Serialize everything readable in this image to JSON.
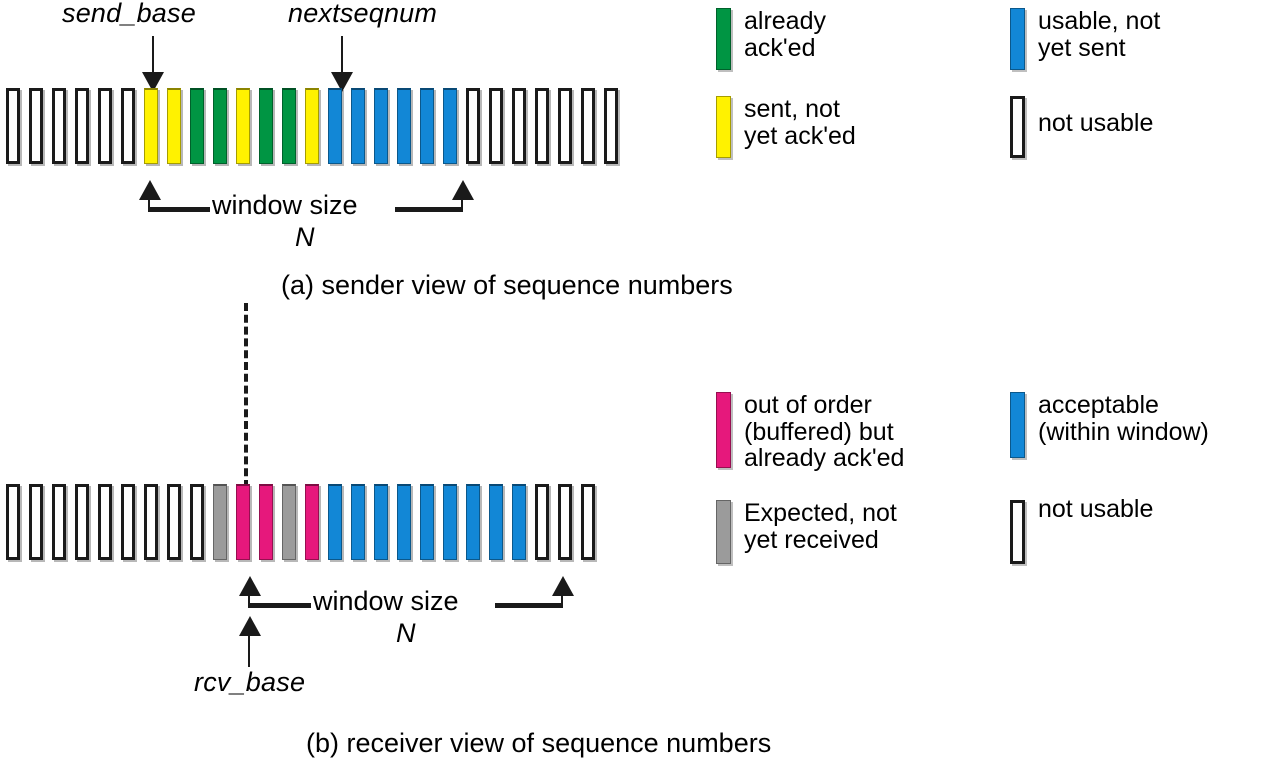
{
  "figure": {
    "title": "sliding window sequence number space",
    "colors": {
      "acked_green": "#009543",
      "sent_yellow": "#FFF200",
      "usable_blue": "#1287D6",
      "outoforder_pink": "#E6187C",
      "expected_gray": "#9B9B9B",
      "not_usable_outline": "#1A1A1A",
      "not_usable_fill": "#FFFFFF",
      "ink": "#000000"
    }
  },
  "sender": {
    "pointers": {
      "send_base": "send_base",
      "nextseqnum": "nextseqnum"
    },
    "window_label": "window size",
    "window_size_symbol": "N",
    "caption": "(a) sender view of sequence numbers",
    "cells": [
      "not_usable",
      "not_usable",
      "not_usable",
      "not_usable",
      "not_usable",
      "not_usable",
      "sent",
      "sent",
      "acked",
      "acked",
      "sent",
      "acked",
      "acked",
      "sent",
      "usable",
      "usable",
      "usable",
      "usable",
      "usable",
      "usable",
      "not_usable",
      "not_usable",
      "not_usable",
      "not_usable",
      "not_usable",
      "not_usable",
      "not_usable"
    ],
    "legend": [
      {
        "swatch": "acked",
        "label": "already\nack'ed"
      },
      {
        "swatch": "sent",
        "label": "sent, not\nyet ack'ed"
      },
      {
        "swatch": "usable",
        "label": "usable, not\nyet sent"
      },
      {
        "swatch": "not_usable",
        "label": "not usable"
      }
    ]
  },
  "receiver": {
    "pointers": {
      "rcv_base": "rcv_base"
    },
    "window_label": "window size",
    "window_size_symbol": "N",
    "caption": "(b) receiver view of sequence numbers",
    "cells": [
      "not_usable",
      "not_usable",
      "not_usable",
      "not_usable",
      "not_usable",
      "not_usable",
      "not_usable",
      "not_usable",
      "not_usable",
      "expected",
      "outoforder",
      "outoforder",
      "expected",
      "outoforder",
      "usable",
      "usable",
      "usable",
      "usable",
      "usable",
      "usable",
      "usable",
      "usable",
      "usable",
      "not_usable",
      "not_usable",
      "not_usable"
    ],
    "legend": [
      {
        "swatch": "outoforder",
        "label": "out of order\n(buffered) but\nalready ack'ed"
      },
      {
        "swatch": "expected",
        "label": "Expected,  not\nyet received"
      },
      {
        "swatch": "usable",
        "label": "acceptable\n(within window)"
      },
      {
        "swatch": "not_usable",
        "label": "not usable"
      }
    ]
  }
}
